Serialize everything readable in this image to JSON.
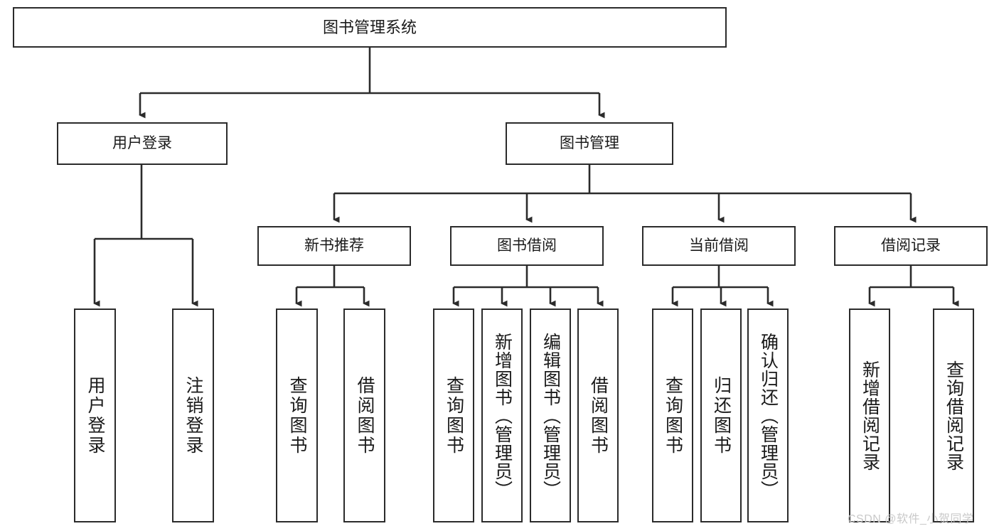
{
  "diagram": {
    "title": "图书管理系统",
    "watermark": "CSDN @软件_小贺同学",
    "stroke_color": "#2b2b2b",
    "text_color": "#1a1a1a",
    "background": "#ffffff",
    "root": {
      "label": "图书管理系统"
    },
    "level1": [
      {
        "label": "用户登录"
      },
      {
        "label": "图书管理"
      }
    ],
    "level2": [
      {
        "label": "新书推荐"
      },
      {
        "label": "图书借阅"
      },
      {
        "label": "当前借阅"
      },
      {
        "label": "借阅记录"
      }
    ],
    "leaves": {
      "user_login": [
        {
          "label": "用户登录"
        },
        {
          "label": "注销登录"
        }
      ],
      "new_book_recommend": [
        {
          "label": "查询图书"
        },
        {
          "label": "借阅图书"
        }
      ],
      "book_borrow": [
        {
          "label": "查询图书"
        },
        {
          "label": "新增图书（管理员）"
        },
        {
          "label": "编辑图书（管理员）"
        },
        {
          "label": "借阅图书"
        }
      ],
      "current_borrow": [
        {
          "label": "查询图书"
        },
        {
          "label": "归还图书"
        },
        {
          "label": "确认归还（管理员）"
        }
      ],
      "borrow_record": [
        {
          "label": "新增借阅记录"
        },
        {
          "label": "查询借阅记录"
        }
      ]
    }
  }
}
